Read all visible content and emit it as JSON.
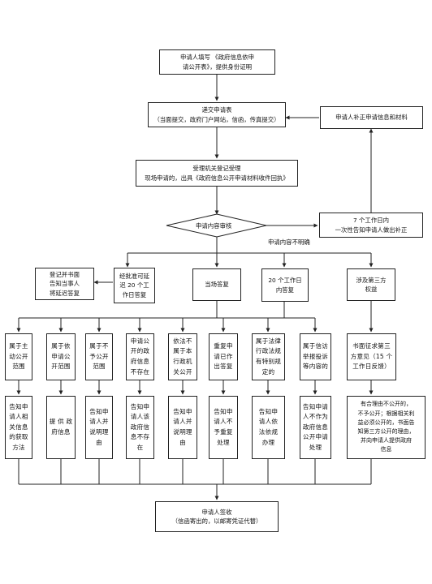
{
  "flow": {
    "fill_form": "申请人填写 《政府信息依申\n请公开表》，提供身份证明",
    "submit": "递交申请表\n（当面提交，政府门户网站，信函，传真提交）",
    "supplement": "申请人补正申请信息和材料",
    "register": "受理机关登记受理\n现场申请的，出具《政府信息公开申请材料收件回执》",
    "review": "申请内容审核",
    "notify_supplement": "7 个工作日内\n一次性告知申请人做出补正",
    "unclear_label": "申请内容不明确"
  },
  "level1": [
    "登记并书面\n告知当事人\n将延迟答复",
    "经批准可延\n迟 20 个工\n作日答复",
    "当场答复",
    "20 个工作日\n内答复",
    "涉及第三方\n权益"
  ],
  "categories": [
    "属于主\n动公开\n范围",
    "属于依\n申请公\n开范围",
    "属于不\n予公开\n范围",
    "申请公\n开的政\n府信息\n不存在",
    "依法不\n属于本\n行政机\n关公开",
    "重复申\n请已作\n出答复",
    "属于法律\n行政法规\n有特别规\n定的",
    "属于信访\n举报投诉\n等内容的",
    "书面征求第三\n方意见（15 个\n工作日反馈）"
  ],
  "actions": [
    "告知申\n请人相\n关信息\n的获取\n方法",
    "提 供 政\n府信息",
    "告知申\n请人并\n说明理\n由",
    "告知申\n请人该\n政府信\n息不存\n在",
    "告知申\n请人并\n说明理\n由",
    "告知申\n请人不\n予重复\n处理",
    "告知申\n请人依\n法依规\n办理",
    "告知申请\n人不作为\n政府信息\n公开申请\n处理",
    "有合理由不公开的，\n不予公开；根据相关利\n益必须公开的，书面告\n知第三方公开的理由，\n并向申请人提供政府\n信息"
  ],
  "final": "申请人签收\n（信函寄出的，以邮寄凭证代替）"
}
